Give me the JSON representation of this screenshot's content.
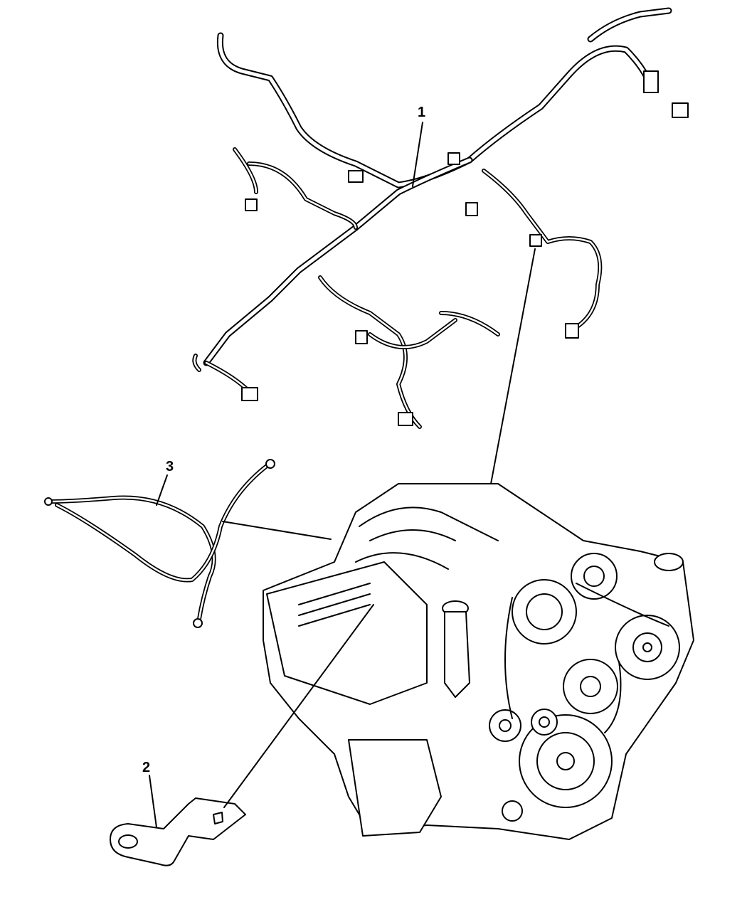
{
  "diagram": {
    "callouts": [
      {
        "number": "1",
        "part": "wiring-harness"
      },
      {
        "number": "2",
        "part": "bracket"
      },
      {
        "number": "3",
        "part": "ground-cable"
      }
    ]
  }
}
